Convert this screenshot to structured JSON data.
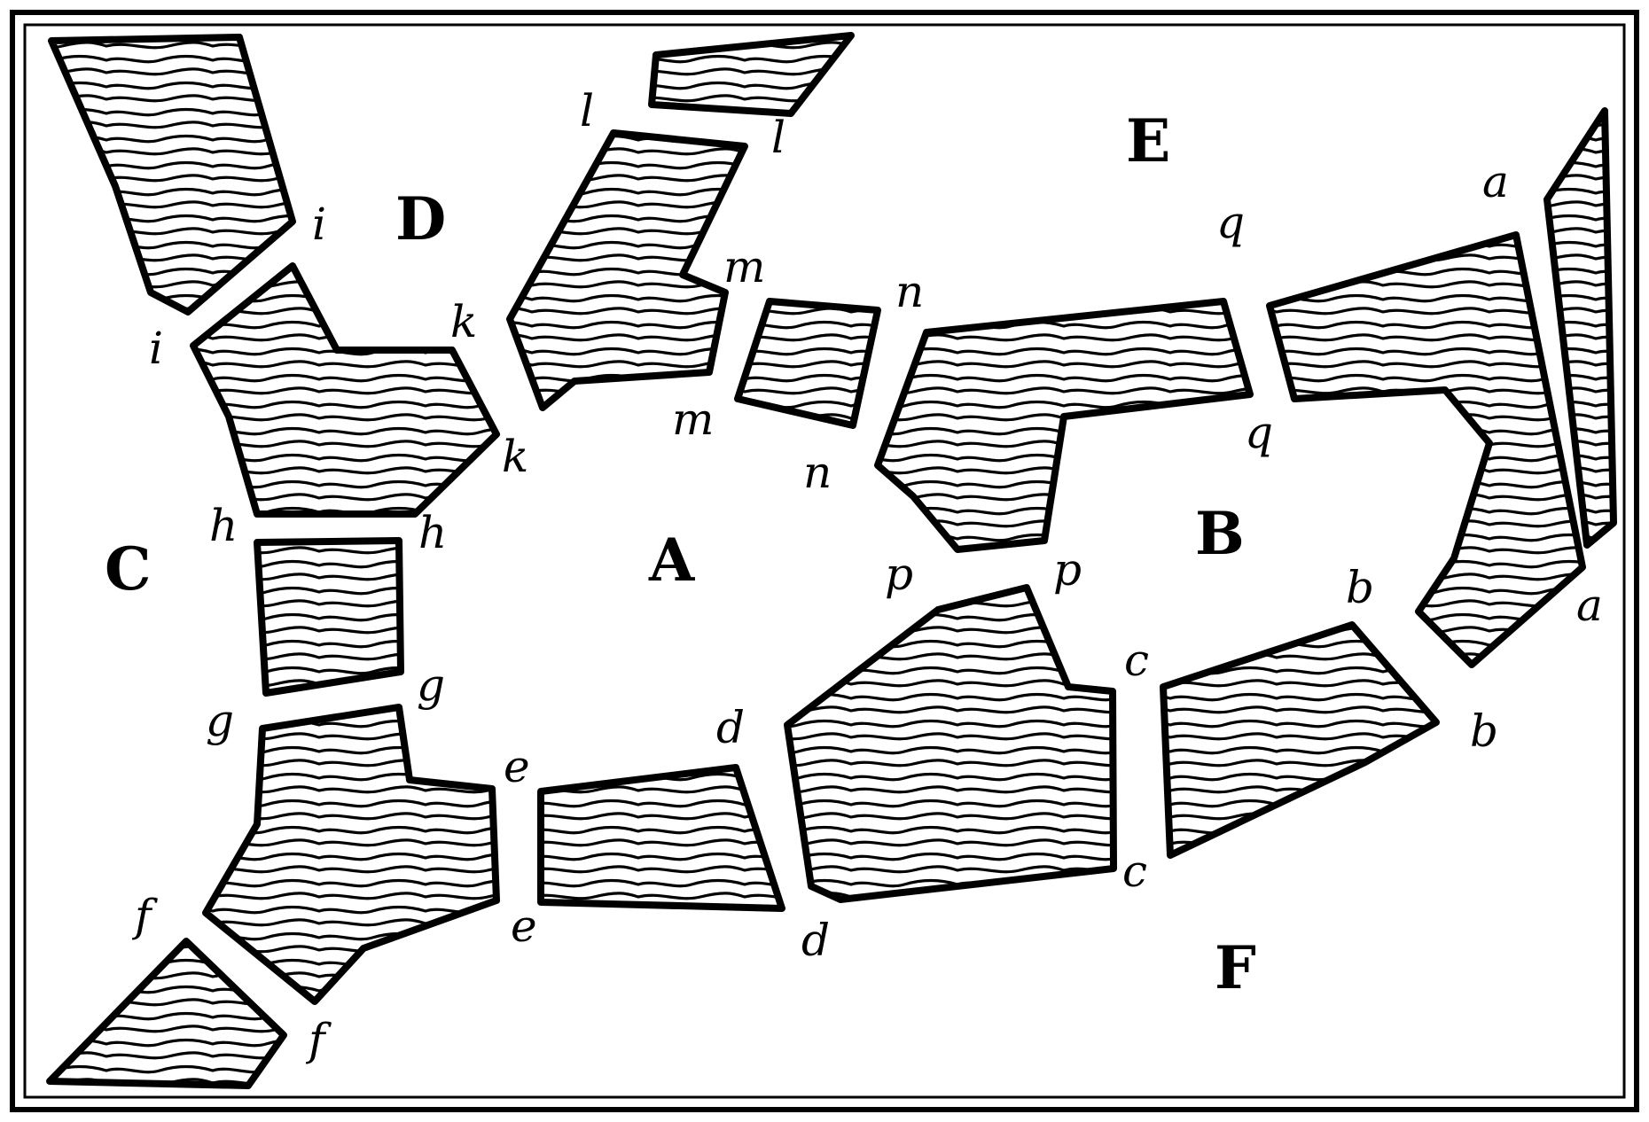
{
  "figure": {
    "regions": [
      "A",
      "B",
      "C",
      "D",
      "E",
      "F"
    ],
    "bridge_letters": [
      "a",
      "a",
      "b",
      "b",
      "c",
      "c",
      "d",
      "d",
      "e",
      "e",
      "f",
      "f",
      "g",
      "g",
      "h",
      "h",
      "i",
      "i",
      "k",
      "k",
      "l",
      "l",
      "m",
      "m",
      "n",
      "n",
      "p",
      "p",
      "q",
      "q"
    ]
  }
}
